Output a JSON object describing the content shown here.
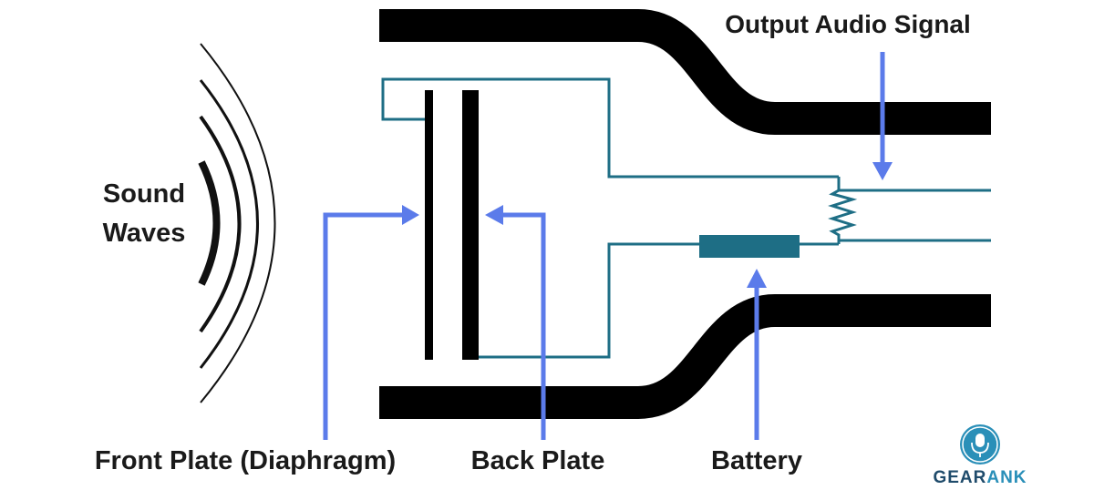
{
  "labels": {
    "sound_waves_1": "Sound",
    "sound_waves_2": "Waves",
    "output_signal": "Output Audio Signal",
    "front_plate": "Front Plate (Diaphragm)",
    "back_plate": "Back Plate",
    "battery": "Battery"
  },
  "logo": {
    "text_dark": "GEAR",
    "text_accent": "ANK",
    "icon": "microphone-icon"
  },
  "colors": {
    "arrow": "#5b7bea",
    "circuit": "#1e6e85",
    "body": "#000000",
    "logo_dark": "#1f4b6b",
    "logo_accent": "#2a8fb8"
  }
}
